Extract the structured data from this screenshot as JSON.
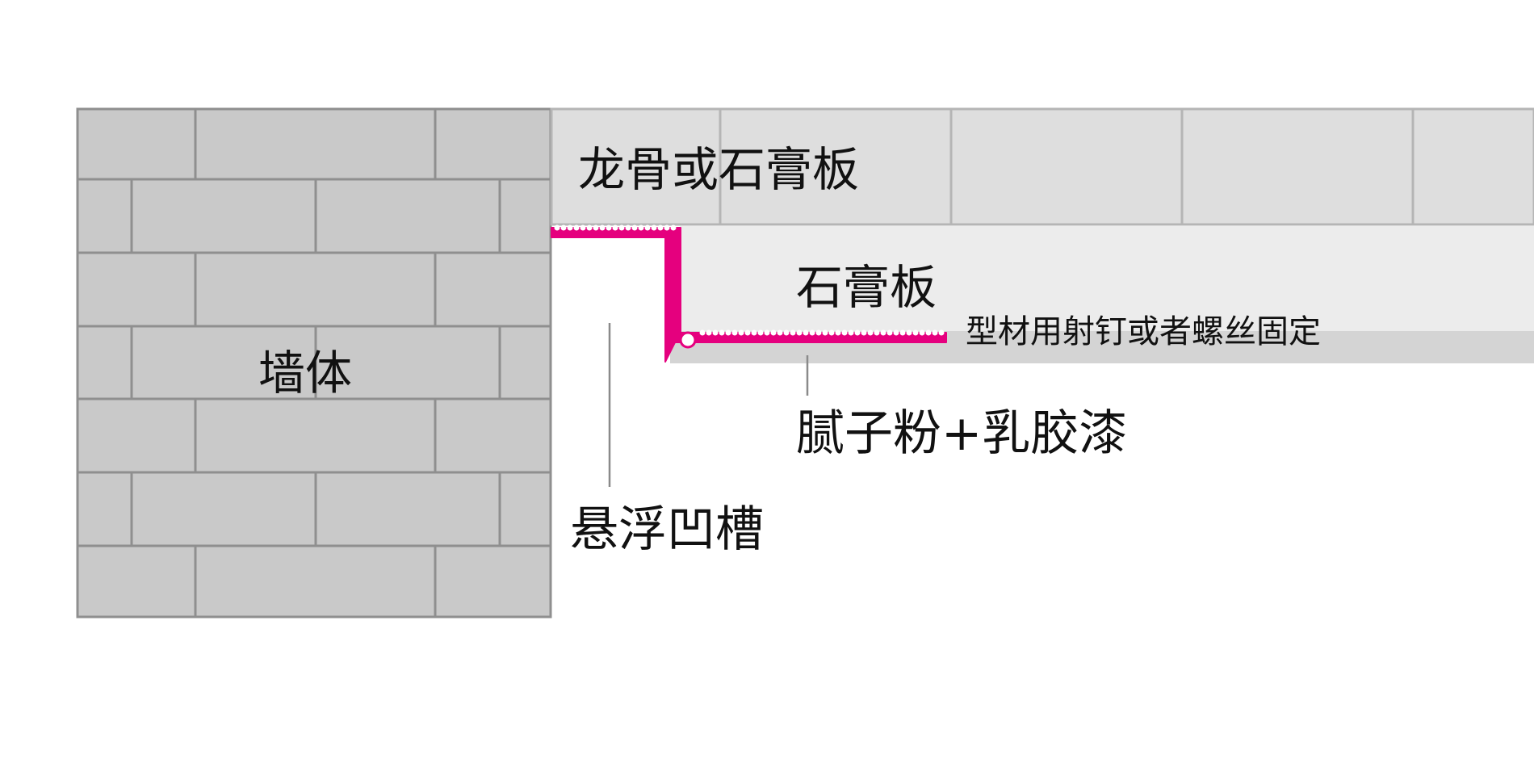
{
  "labels": {
    "wall": "墙体",
    "ceiling": "龙骨或石膏板",
    "gypsum_board": "石膏板",
    "fixing_note": "型材用射钉或者螺丝固定",
    "putty_paint": "腻子粉+乳胶漆",
    "shadow_gap": "悬浮凹槽"
  },
  "colors": {
    "brick": "#c9c9c9",
    "mortar": "#8f8f8f",
    "ceiling_panel": "#dedede",
    "ceiling_line": "#b5b5b5",
    "gypsum_board": "#ececec",
    "putty_layer": "#d4d4d4",
    "profile": "#e5007e",
    "leader_line": "#8a8a8a"
  }
}
